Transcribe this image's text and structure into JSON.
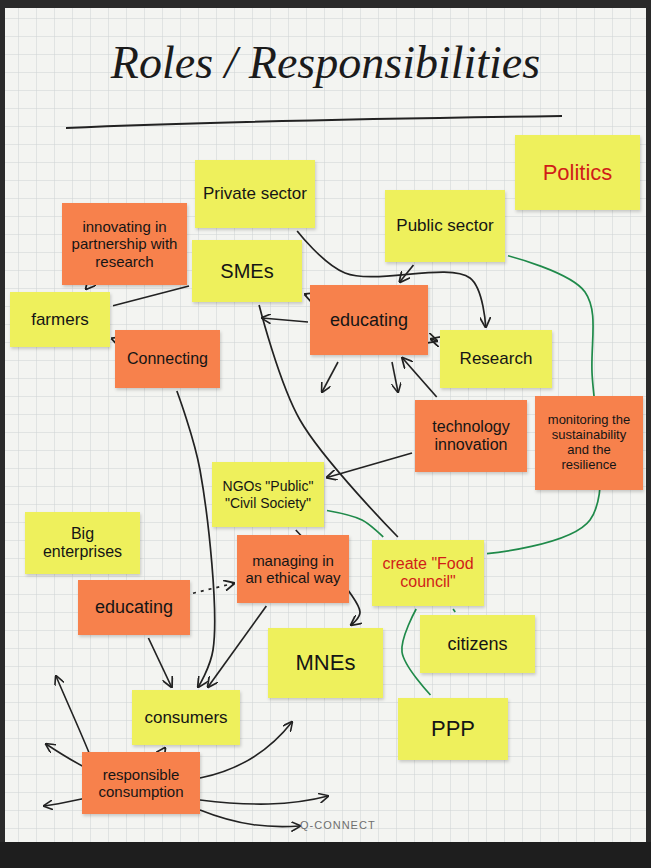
{
  "diagram": {
    "title": "Roles / Responsibilities",
    "nodes": [
      {
        "text": [
          "innovating in partnership with research"
        ]
      },
      {
        "text": [
          "Private sector"
        ]
      },
      {
        "text": [
          "Politics"
        ]
      },
      {
        "text": [
          "Public sector"
        ]
      },
      {
        "text": [
          "farmers"
        ]
      },
      {
        "text": [
          "SMEs"
        ]
      },
      {
        "text": [
          "Connecting"
        ]
      },
      {
        "text": [
          "educating"
        ]
      },
      {
        "text": [
          "Research"
        ]
      },
      {
        "text": [
          "technology innovation"
        ]
      },
      {
        "text": [
          "monitoring the sustainability and the resilience"
        ]
      },
      {
        "text": [
          "NGOs \"Public\" \"Civil Society\""
        ]
      },
      {
        "text": [
          "Big enterprises"
        ]
      },
      {
        "text": [
          "managing in an ethical way"
        ]
      },
      {
        "text": [
          "educating"
        ]
      },
      {
        "text": [
          "create \"Food council\""
        ]
      },
      {
        "text": [
          "citizens"
        ]
      },
      {
        "text": [
          "MNEs"
        ]
      },
      {
        "text": [
          "consumers"
        ]
      },
      {
        "text": [
          "PPP"
        ]
      },
      {
        "text": [
          "responsible consumption"
        ]
      }
    ],
    "edges": [
      {
        "from": 0,
        "to": 4,
        "arrow": "to"
      },
      {
        "from": 4,
        "to": 6,
        "arrow": "to"
      },
      {
        "from": 5,
        "to": 4,
        "arrow": "none"
      },
      {
        "from": 1,
        "to": 8,
        "arrow": "to"
      },
      {
        "from": 3,
        "to": 7,
        "arrow": "to"
      },
      {
        "from": 7,
        "to": 5,
        "arrow": "to"
      },
      {
        "from": 7,
        "to": 8,
        "arrow": "both"
      },
      {
        "from": 9,
        "to": 7,
        "arrow": "to"
      },
      {
        "from": 9,
        "to": 11,
        "arrow": "to"
      },
      {
        "from": 3,
        "to": 15,
        "arrow": "none"
      },
      {
        "from": 5,
        "to": 15,
        "arrow": "none"
      },
      {
        "from": 11,
        "to": 15,
        "arrow": "none"
      },
      {
        "from": 11,
        "to": 17,
        "arrow": "to"
      },
      {
        "from": 15,
        "to": 16,
        "arrow": "none"
      },
      {
        "from": 15,
        "to": 19,
        "arrow": "none"
      },
      {
        "from": 6,
        "to": 18,
        "arrow": "to"
      },
      {
        "from": 14,
        "to": 18,
        "arrow": "to"
      },
      {
        "from": 13,
        "to": 18,
        "arrow": "to"
      },
      {
        "from": 14,
        "to": 13,
        "arrow": "to"
      },
      {
        "from": 20,
        "to": 18,
        "arrow": "to"
      }
    ],
    "labels": [
      "Q-CONNECT"
    ]
  }
}
